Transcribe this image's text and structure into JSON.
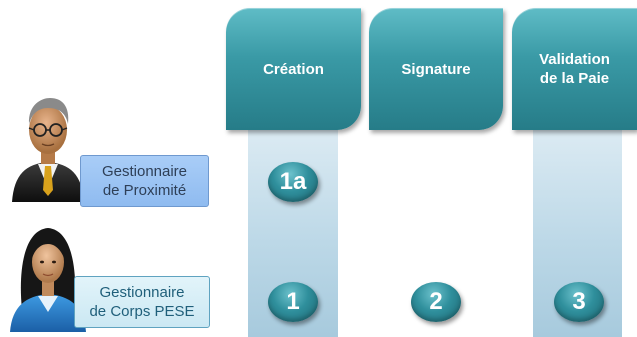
{
  "stages": [
    {
      "label": "Création"
    },
    {
      "label": "Signature"
    },
    {
      "label": "Validation\nde la Paie"
    }
  ],
  "roles": [
    {
      "label": "Gestionnaire\nde Proximité"
    },
    {
      "label": "Gestionnaire\nde Corps PESE"
    }
  ],
  "steps": [
    {
      "label": "1a"
    },
    {
      "label": "1"
    },
    {
      "label": "2"
    },
    {
      "label": "3"
    }
  ],
  "colors": {
    "stage_teal": "#2f8f9c",
    "lane_blue": "#bcd8e7",
    "role1_fill": "#8fbbf0",
    "role2_fill": "#cbe8f3"
  }
}
